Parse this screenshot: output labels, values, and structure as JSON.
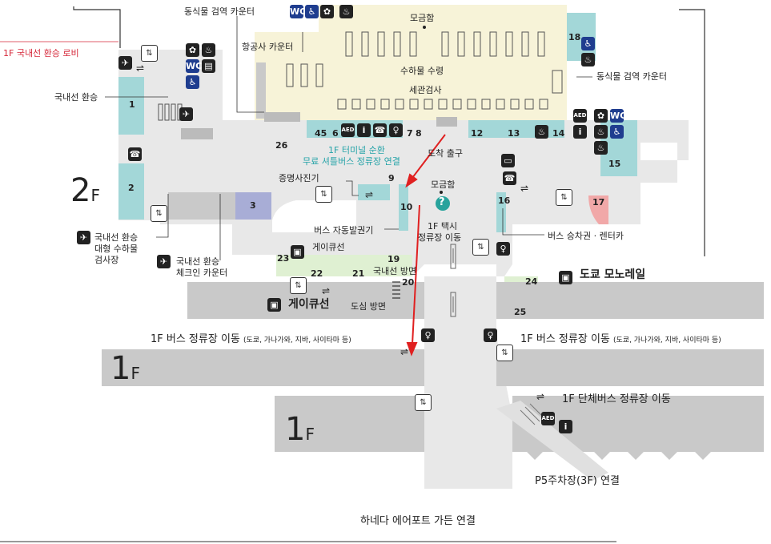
{
  "colors": {
    "teal_zone": "#a3d7d8",
    "cream_zone": "#f7f3d8",
    "grey_corridor": "#c9c9c9",
    "light_floor": "#e8e8e8",
    "navy_icon": "#1f3d8f",
    "route_red": "#e02020",
    "pink_zone": "#f1a8a8",
    "purple_zone": "#a8add6",
    "green_zone": "#dff0d2"
  },
  "floor_labels": {
    "f2": "2",
    "f2_suffix": "F",
    "f1a": "1",
    "f1a_suffix": "F",
    "f1b": "1",
    "f1b_suffix": "F"
  },
  "labels": {
    "quarantine_top": "동식물 검역 카운터",
    "airline_counter": "항공사 카운터",
    "domestic_lobby": "1F 국내선 환승 로비",
    "domestic_transfer": "국내선 환승",
    "meeting_top": "모금함",
    "baggage_claim": "수하물 수령",
    "customs": "세관검사",
    "quarantine_right": "동식물 검역 카운터",
    "arrival_exit": "도착 출구",
    "shuttle_line1": "1F 터미널 순환",
    "shuttle_line2": "무료 셔틀버스 정류장 연결",
    "photo_booth": "증명사진기",
    "meeting_center": "모금함",
    "taxi_line1": "1F 택시",
    "taxi_line2": "정류장 이동",
    "bus_ticket_machine": "버스 자동발권기",
    "bus_ticket_rental": "버스 승차권 · 렌터카",
    "keikyu_small": "게이큐선",
    "domestic_dir": "국내선 방면",
    "city_dir": "도심 방면",
    "keikyu_big": "게이큐선",
    "monorail": "도쿄 모노레일",
    "transfer_check1": "국내선 환승",
    "transfer_check2": "대형 수하물",
    "transfer_check3": "검사장",
    "checkin1": "국내선 환승",
    "checkin2": "체크인 카운터",
    "bus_left": "1F 버스 정류장 이동",
    "bus_left_sub": "(도쿄, 가나가와, 지바, 사이타마 등)",
    "bus_right": "1F 버스 정류장 이동",
    "bus_right_sub": "(도쿄, 가나가와, 지바, 사이타마 등)",
    "group_bus": "1F 단체버스 정류장 이동",
    "p5": "P5주차장(3F) 연결",
    "garden": "하네다 에어포트 가든 연결"
  },
  "numbers": [
    "1",
    "2",
    "3",
    "45",
    "6",
    "7",
    "8",
    "9",
    "10",
    "12",
    "13",
    "14",
    "15",
    "16",
    "17",
    "18",
    "19",
    "20",
    "21",
    "22",
    "23",
    "24",
    "25",
    "26"
  ],
  "icons": {
    "info": "i",
    "phone": "☎",
    "elevator": "⇅",
    "escalator": "⇌",
    "toilet": "WC",
    "wheelchair": "♿",
    "aed": "AED"
  }
}
